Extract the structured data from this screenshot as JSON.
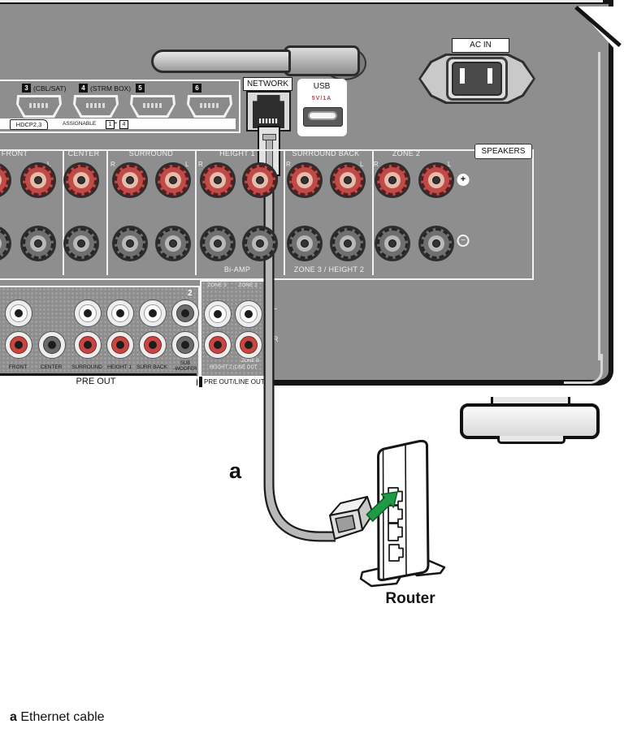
{
  "device": {
    "hdmi": {
      "inputs": [
        {
          "num": "3",
          "label": "(CBL/SAT)"
        },
        {
          "num": "4",
          "label": "(STRM BOX)"
        },
        {
          "num": "5",
          "label": ""
        },
        {
          "num": "6",
          "label": ""
        }
      ],
      "hdcp": "HDCP2,3",
      "assignable": "ASSIGNABLE",
      "assign_from": "1",
      "assign_dash": "-",
      "assign_to": "4"
    },
    "network": {
      "label": "NETWORK"
    },
    "usb": {
      "label": "USB",
      "power": "5V/1A"
    },
    "ac_in": {
      "label": "AC IN"
    },
    "speakers": {
      "title": "SPEAKERS",
      "groups": [
        "FRONT",
        "CENTER",
        "SURROUND",
        "HEIGHT 1",
        "SURROUND BACK",
        "ZONE 2"
      ],
      "r": "R",
      "l": "L",
      "plus": "+",
      "minus": "−",
      "biamp": "Bi-AMP",
      "zone3_height2": "ZONE 3 / HEIGHT 2"
    },
    "preout": {
      "channels": [
        "FRONT",
        "CENTER",
        "SURROUND",
        "HEIGHT 1",
        "SURR BACK"
      ],
      "sub_line1": "SUB",
      "sub_line2": "-WOOFER",
      "title": "PRE OUT",
      "num_top": "2",
      "num_bottom": "1"
    },
    "zone_out": {
      "zone3": "ZONE 3",
      "zone2": "ZONE 2",
      "zone_b": "ZONE B",
      "height2": "HEIGHT 2 (LINE OUT",
      "title": "PRE OUT/LINE OUT",
      "l": "L",
      "r": "R"
    }
  },
  "diagram": {
    "cable_label": "a",
    "router_label": "Router"
  },
  "legend": {
    "marker": "a",
    "text": "Ethernet cable"
  },
  "colors": {
    "panel": "#8e8e8e",
    "terminal_red": "#bf4b48",
    "rca_red": "#c94542",
    "arrow_green": "#1f9b45"
  }
}
